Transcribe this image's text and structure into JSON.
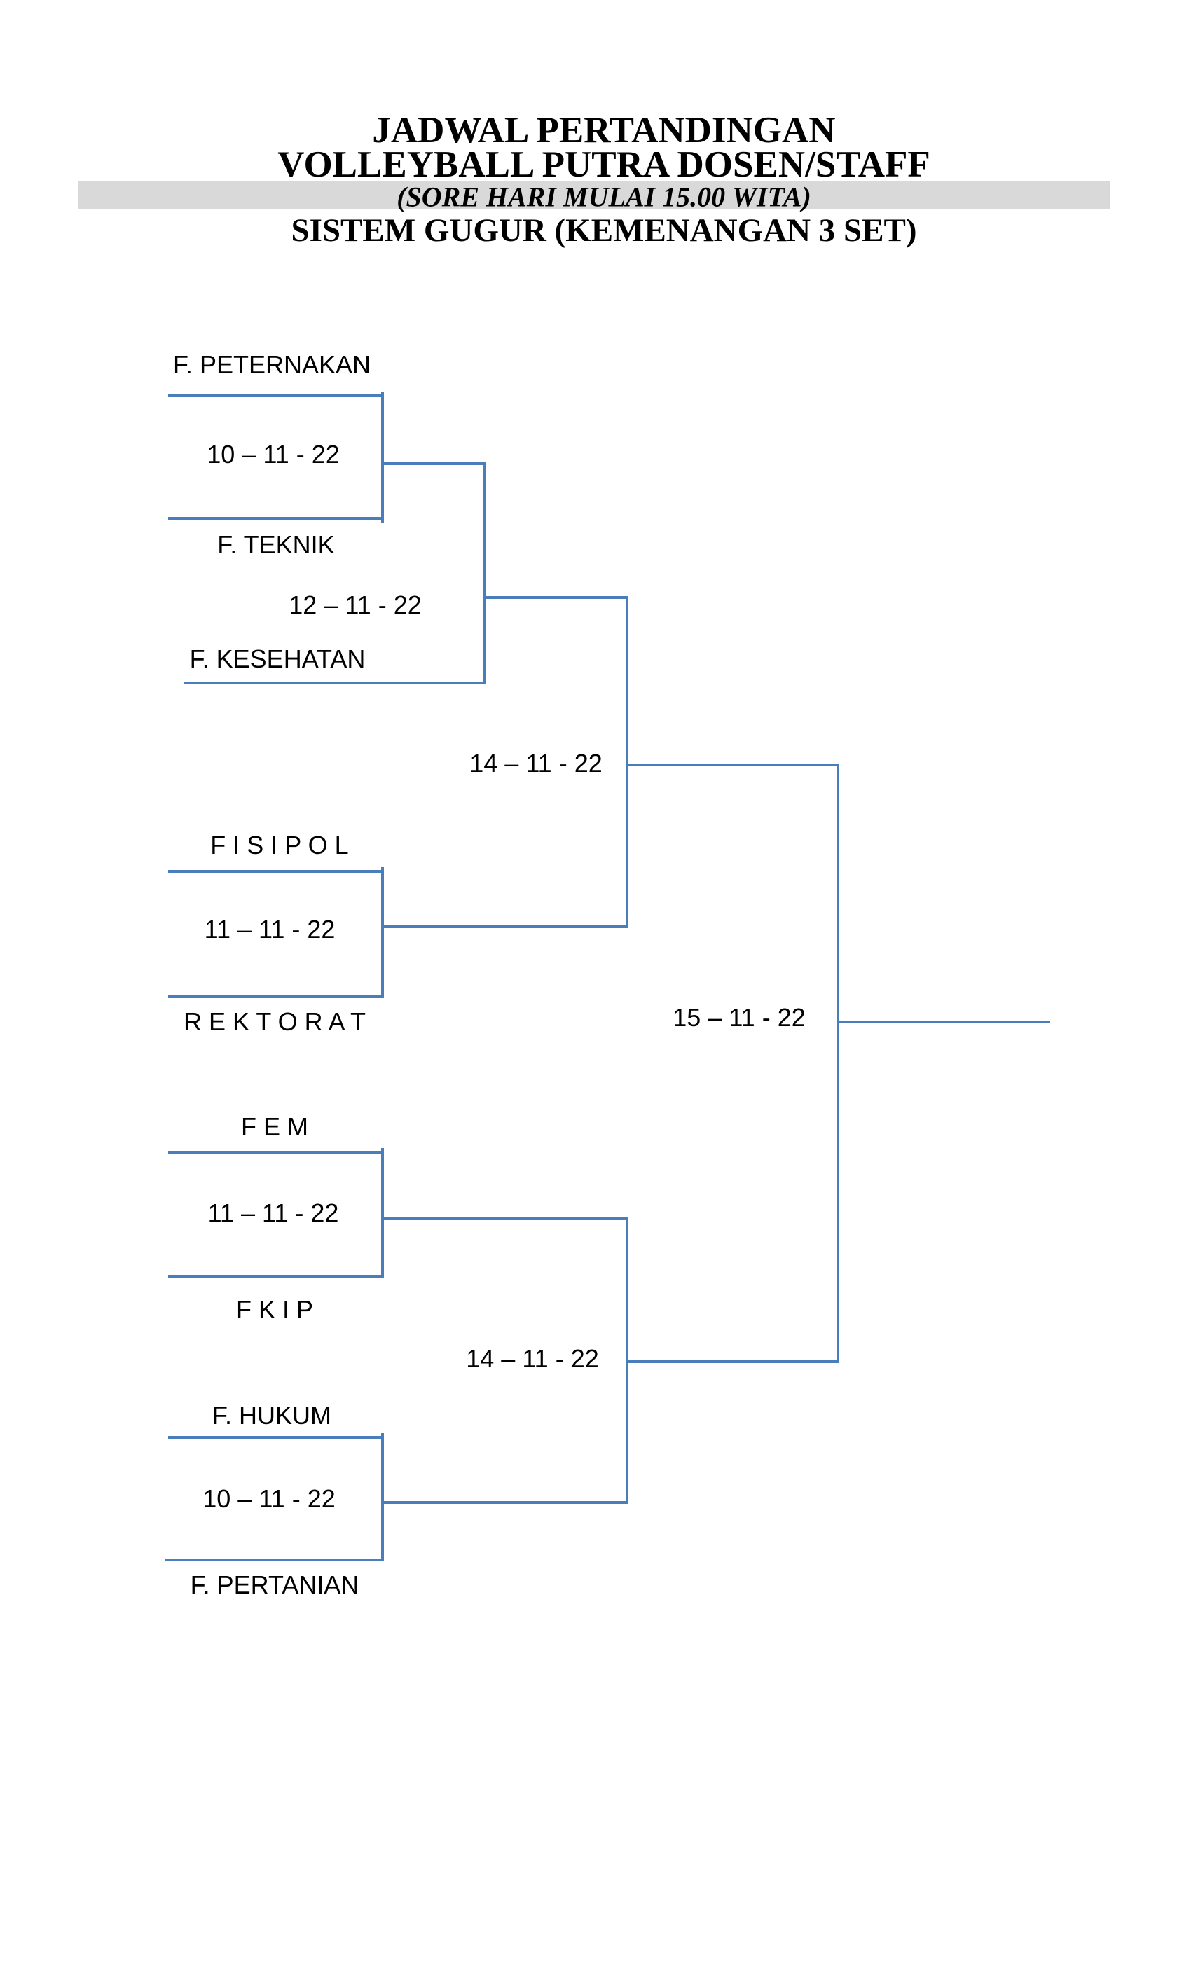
{
  "title": {
    "line1": "JADWAL PERTANDINGAN",
    "line2": "VOLLEYBALL PUTRA DOSEN/STAFF",
    "note": "(SORE HARI MULAI 15.00 WITA)",
    "line3": "SISTEM GUGUR (KEMENANGAN 3 SET)"
  },
  "colors": {
    "bracket_line": "#4a7ebb",
    "highlight_band": "#d9d9d9",
    "text": "#000000"
  },
  "bracket": {
    "teams": {
      "peternakan": "F. PETERNAKAN",
      "teknik": "F. TEKNIK",
      "kesehatan": "F. KESEHATAN",
      "fisipol": "F I S I P O L",
      "rektorat": "R E K T O R A T",
      "fem": "F E M",
      "fkip": "F K I P",
      "hukum": "F. HUKUM",
      "pertanian": "F. PERTANIAN"
    },
    "dates": {
      "round1_match1": "10 – 11 - 22",
      "round2_match2": "12 – 11 - 22",
      "round1_match3": "11 – 11 - 22",
      "round1_match4": "11 – 11 - 22",
      "round1_match5": "10 – 11 - 22",
      "semifinal_top": "14 – 11 - 22",
      "semifinal_bottom": "14 – 11 - 22",
      "final": "15 – 11 - 22"
    }
  }
}
